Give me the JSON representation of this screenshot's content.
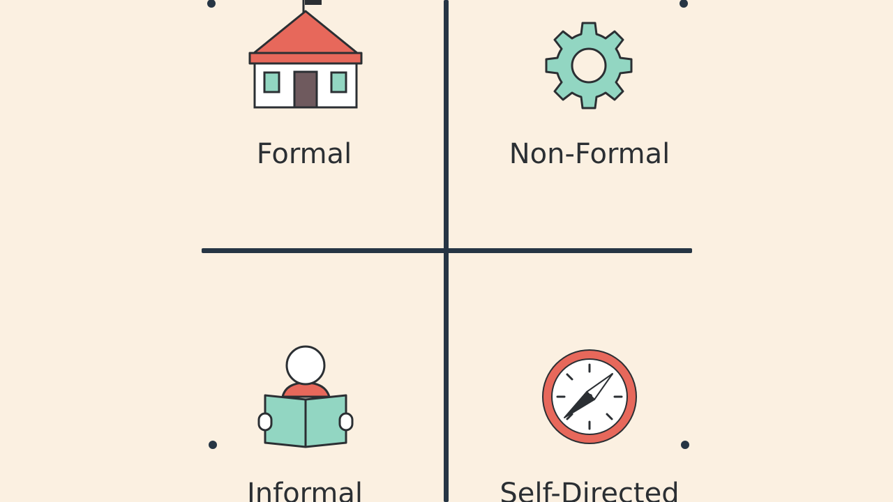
{
  "quadrants": [
    {
      "id": "formal",
      "label": "Formal",
      "icon": "schoolhouse-icon"
    },
    {
      "id": "non-formal",
      "label": "Non-Formal",
      "icon": "gear-icon"
    },
    {
      "id": "informal",
      "label": "Informal",
      "icon": "person-reading-icon"
    },
    {
      "id": "self-directed",
      "label": "Self-Directed",
      "icon": "compass-icon"
    }
  ],
  "colors": {
    "background": "#fbf0e1",
    "lines": "#263544",
    "coral": "#e7685b",
    "mint": "#92d6c2",
    "door": "#6f5a5e",
    "outline": "#2b2f33",
    "white": "#ffffff"
  }
}
